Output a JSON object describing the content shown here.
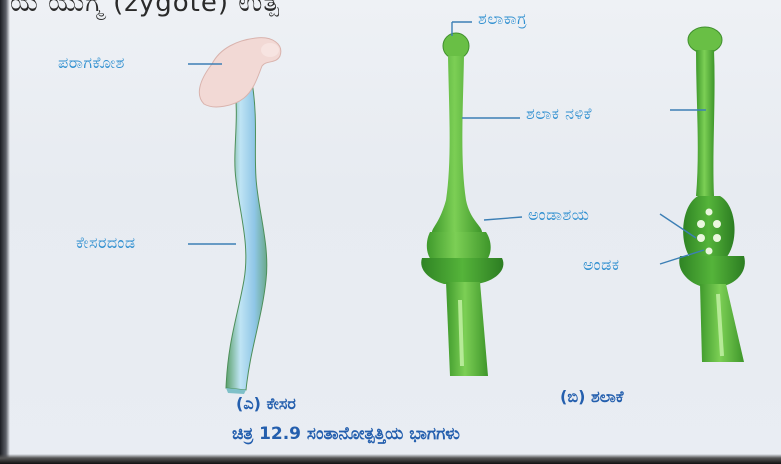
{
  "heading_fragment": "ಯ ಯುಗ್ಮ (zygote) ಉತ್ಪ",
  "stamen_labels": {
    "anther": "ಪರಾಗಕೋಶ",
    "filament": "ಕೇಸರದಂಡ"
  },
  "pistil_labels": {
    "stigma": "ಶಲಾಕಾಗ್ರ",
    "style": "ಶಲಾಕ ನಳಿಕೆ",
    "ovary": "ಅಂಡಾಶಯ",
    "ovule": "ಅಂಡಕ"
  },
  "captions": {
    "a": "(ಎ) ಕೇಸರ",
    "b": "(ಬಿ) ಶಲಾಕೆ",
    "figure": "ಚಿತ್ರ 12.9 ಸಂತಾನೋತ್ಪತ್ತಿಯ ಭಾಗಗಳು"
  },
  "colors": {
    "label": "#2f8fd0",
    "caption": "#245fae",
    "pistil_green": "#5fbf3f",
    "filament_blue": "#9fd0ec",
    "anther_pink": "#f0d6d2"
  }
}
